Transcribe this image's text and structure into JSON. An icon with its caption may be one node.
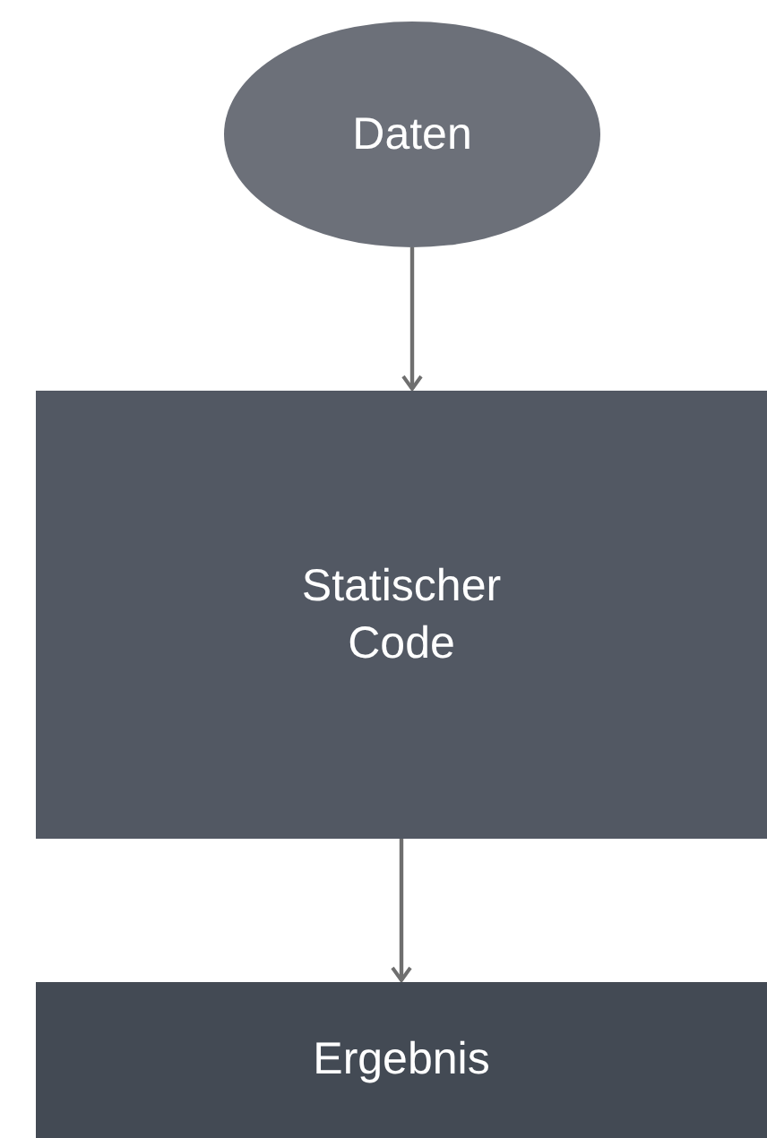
{
  "diagram": {
    "nodes": [
      {
        "text": [
          "Daten"
        ]
      },
      {
        "text": [
          "Statischer Code"
        ]
      },
      {
        "text": [
          "Ergebnis"
        ]
      }
    ],
    "edges": [
      {
        "from": 0,
        "to": 1,
        "arrow": "to"
      },
      {
        "from": 1,
        "to": 2,
        "arrow": "to"
      }
    ]
  }
}
